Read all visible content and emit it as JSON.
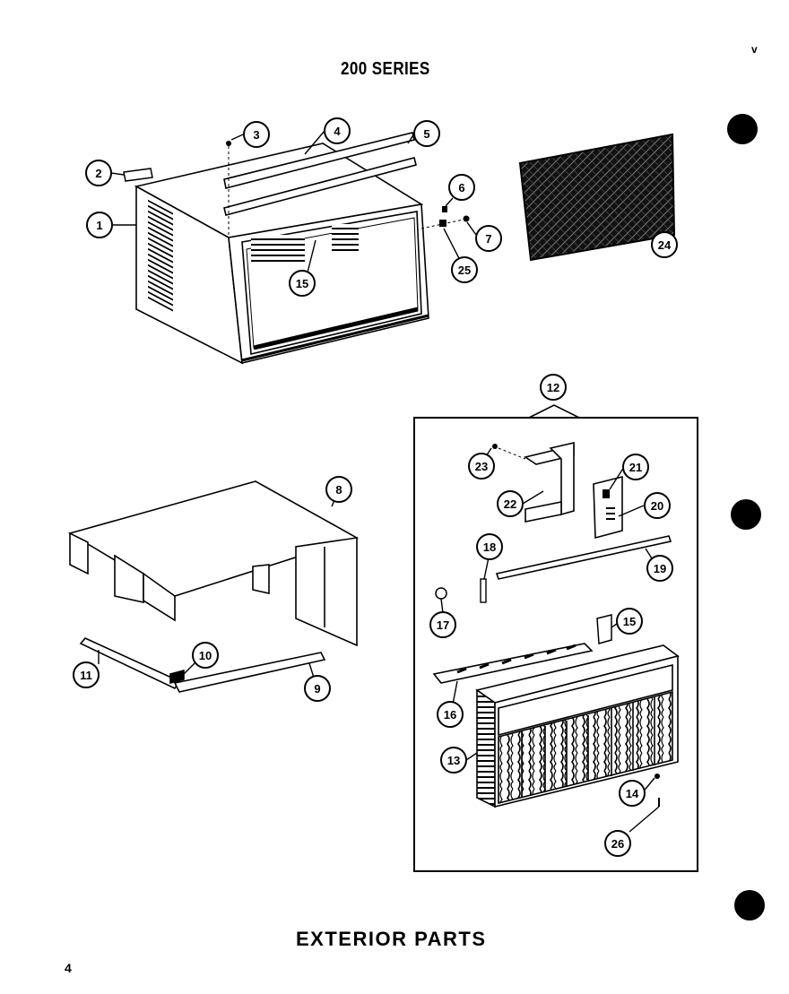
{
  "header": {
    "title": "200 SERIES",
    "corner_mark": "v"
  },
  "footer": {
    "caption": "EXTERIOR PARTS",
    "page_number": "4"
  },
  "callouts": [
    "1",
    "2",
    "3",
    "4",
    "5",
    "6",
    "7",
    "25",
    "15",
    "24",
    "12",
    "23",
    "22",
    "21",
    "20",
    "18",
    "19",
    "17",
    "15",
    "16",
    "13",
    "14",
    "26",
    "8",
    "10",
    "11",
    "9"
  ],
  "colors": {
    "ink": "#000000",
    "paper": "#ffffff"
  }
}
